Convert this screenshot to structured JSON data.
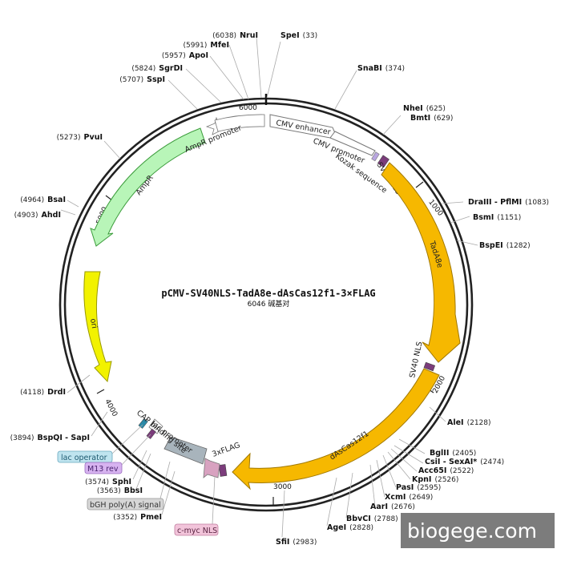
{
  "map": {
    "title": "pCMV-SV40NLS-TadA8e-dAsCas12f1-3×FLAG",
    "subtitle": "6046 碱基对",
    "total_bp": 6046
  },
  "colors": {
    "orange": "#f6b800",
    "green": "#b8f5b8",
    "yellow": "#f2f200",
    "gray": "#a8b4bc",
    "pink": "#d8a2c0",
    "purple": "#7b3c7b",
    "teal": "#2b8aa8",
    "ring": "#222222"
  },
  "ticks": [
    "1000",
    "2000",
    "3000",
    "4000",
    "5000",
    "6000"
  ],
  "features": [
    {
      "name": "CMV enhancer",
      "type": "outline",
      "label": "CMV enhancer"
    },
    {
      "name": "CMV promoter",
      "type": "outline",
      "label": "CMV promoter"
    },
    {
      "name": "Kozak sequence",
      "type": "small",
      "label": "Kozak sequence"
    },
    {
      "name": "SV40 NLS",
      "type": "small",
      "label": "SV40 NLS"
    },
    {
      "name": "TadA8e",
      "type": "arrow",
      "label": "TadA8e"
    },
    {
      "name": "SV40 NLS 2",
      "type": "small",
      "label": "SV40 NLS"
    },
    {
      "name": "dAsCas12f1",
      "type": "arrow",
      "label": "dAsCas12f1"
    },
    {
      "name": "3xFLAG",
      "type": "small",
      "label": "3xFLAG"
    },
    {
      "name": "c-myc NLS",
      "type": "small",
      "label": "c-myc NLS"
    },
    {
      "name": "bGH poly(A) signal",
      "type": "box",
      "label": "bGH poly(A) signal"
    },
    {
      "name": "lac promoter",
      "type": "small",
      "label": "lac promoter"
    },
    {
      "name": "lac operator",
      "type": "small",
      "label": "lac operator"
    },
    {
      "name": "M13 rev",
      "type": "small",
      "label": "M13 rev"
    },
    {
      "name": "CAP binding site",
      "type": "small",
      "label": "CAP binding site"
    },
    {
      "name": "ori",
      "type": "arrow",
      "label": "ori"
    },
    {
      "name": "AmpR",
      "type": "arrow",
      "label": "AmpR"
    },
    {
      "name": "AmpR promoter",
      "type": "outline",
      "label": "AmpR promoter"
    }
  ],
  "sites": [
    {
      "name": "SpeI",
      "pos": "(33)"
    },
    {
      "name": "SnaBI",
      "pos": "(374)"
    },
    {
      "name": "NheI",
      "pos": "(625)"
    },
    {
      "name": "BmtI",
      "pos": "(629)"
    },
    {
      "name": "DraIII - PflMI",
      "pos": "(1083)"
    },
    {
      "name": "BsmI",
      "pos": "(1151)"
    },
    {
      "name": "BspEI",
      "pos": "(1282)"
    },
    {
      "name": "AleI",
      "pos": "(2128)"
    },
    {
      "name": "BglII",
      "pos": "(2405)"
    },
    {
      "name": "CsiI - ",
      "name2": "SexAI*",
      "pos": "(2474)"
    },
    {
      "name": "Acc65I",
      "pos": "(2522)"
    },
    {
      "name": "KpnI",
      "pos": "(2526)"
    },
    {
      "name": "PasI",
      "pos": "(2595)"
    },
    {
      "name": "XcmI",
      "pos": "(2649)"
    },
    {
      "name": "AarI",
      "pos": "(2676)"
    },
    {
      "name": "BbvCI",
      "pos": "(2788)"
    },
    {
      "name": "AgeI",
      "pos": "(2828)"
    },
    {
      "name": "SfiI",
      "pos": "(2983)"
    },
    {
      "name": "PmeI",
      "pos": "(3352)"
    },
    {
      "name": "BbsI",
      "pos": "(3563)"
    },
    {
      "name": "SphI",
      "pos": "(3574)"
    },
    {
      "name": "BspQI - SapI",
      "pos": "(3894)"
    },
    {
      "name": "DrdI",
      "pos": "(4118)"
    },
    {
      "name": "AhdI",
      "pos": "(4903)"
    },
    {
      "name": "BsaI",
      "pos": "(4964)"
    },
    {
      "name": "PvuI",
      "pos": "(5273)"
    },
    {
      "name": "SspI",
      "pos": "(5707)"
    },
    {
      "name": "SgrDI",
      "pos": "(5824)"
    },
    {
      "name": "ApoI",
      "pos": "(5957)"
    },
    {
      "name": "MfeI",
      "pos": "(5991)"
    },
    {
      "name": "NruI",
      "pos": "(6038)"
    }
  ],
  "watermark": "biogege.com"
}
